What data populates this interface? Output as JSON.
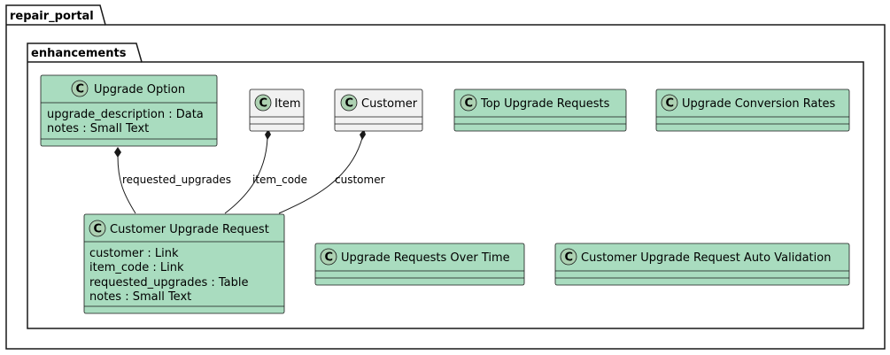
{
  "packages": {
    "outer": "repair_portal",
    "inner": "enhancements"
  },
  "classes": {
    "upgrade_option": {
      "name": "Upgrade Option",
      "attributes": [
        "upgrade_description : Data",
        "notes : Small Text"
      ],
      "color": "#a9dcbf"
    },
    "item": {
      "name": "Item",
      "attributes": [],
      "color": "#f1f1f1"
    },
    "customer": {
      "name": "Customer",
      "attributes": [],
      "color": "#f1f1f1"
    },
    "top_upgrade_requests": {
      "name": "Top Upgrade Requests",
      "attributes": [],
      "color": "#a9dcbf"
    },
    "upgrade_conversion_rates": {
      "name": "Upgrade Conversion Rates",
      "attributes": [],
      "color": "#a9dcbf"
    },
    "customer_upgrade_request": {
      "name": "Customer Upgrade Request",
      "attributes": [
        "customer : Link",
        "item_code : Link",
        "requested_upgrades : Table",
        "notes : Small Text"
      ],
      "color": "#a9dcbf"
    },
    "upgrade_requests_over_time": {
      "name": "Upgrade Requests Over Time",
      "attributes": [],
      "color": "#a9dcbf"
    },
    "auto_validation": {
      "name": "Customer Upgrade Request Auto Validation",
      "attributes": [],
      "color": "#a9dcbf"
    }
  },
  "edges": {
    "requested_upgrades": "requested_upgrades",
    "item_code": "item_code",
    "customer": "customer"
  },
  "icons": {
    "class_glyph": "C",
    "class_icon": "class-c-circle-icon"
  },
  "colors": {
    "border": "#181818",
    "circle": "#add1b2"
  }
}
